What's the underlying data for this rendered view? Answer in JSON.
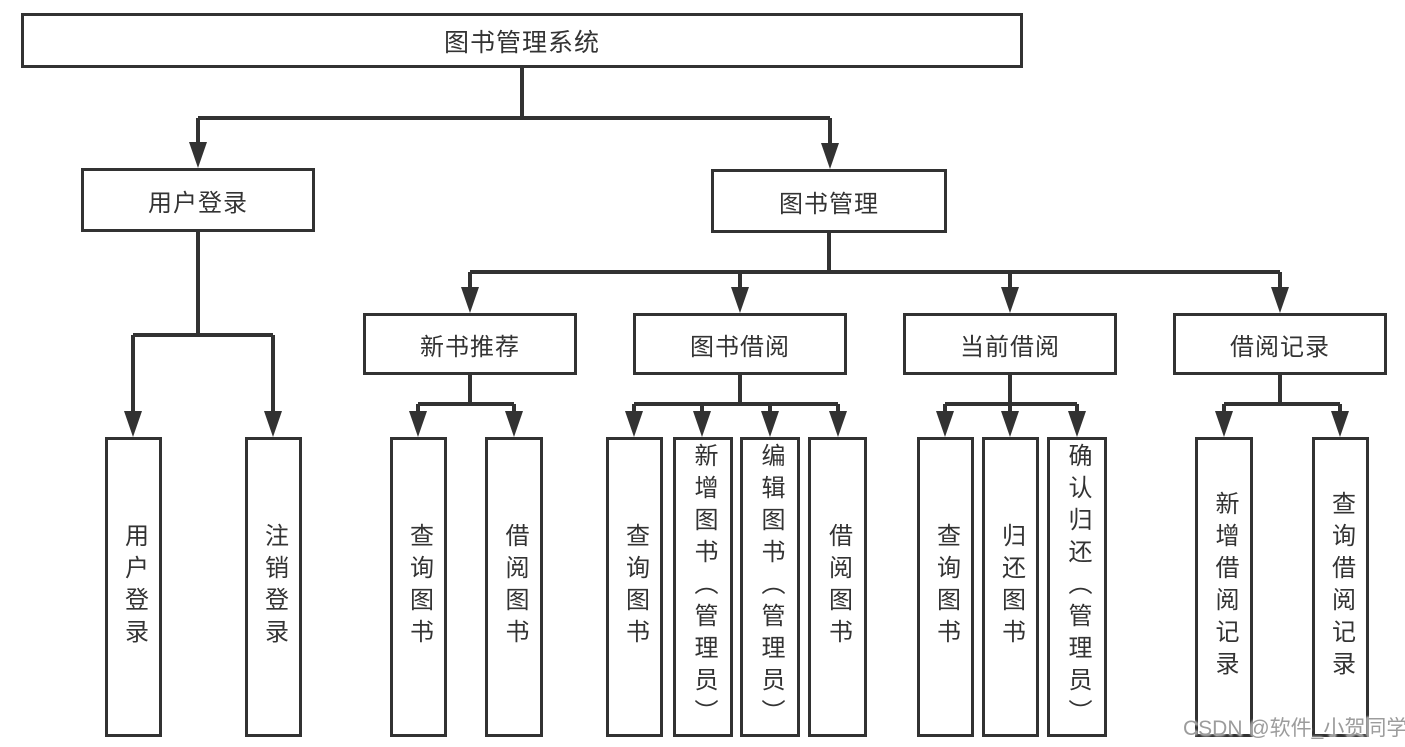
{
  "diagram_title": "图书管理系统",
  "watermark": "CSDN @软件_小贺同学",
  "colors": {
    "line": "#323232",
    "text": "#333333",
    "background": "#ffffff",
    "watermark_text": "#9c9c9c"
  },
  "tree": {
    "root": {
      "label": "图书管理系统"
    },
    "user_login": {
      "label": "用户登录",
      "children": [
        {
          "label": "用户登录"
        },
        {
          "label": "注销登录"
        }
      ]
    },
    "book_mgmt": {
      "label": "图书管理",
      "sections": [
        {
          "label": "新书推荐",
          "children": [
            {
              "label": "查询图书"
            },
            {
              "label": "借阅图书"
            }
          ]
        },
        {
          "label": "图书借阅",
          "children": [
            {
              "label": "查询图书"
            },
            {
              "label": "新增图书（管理员）"
            },
            {
              "label": "编辑图书（管理员）"
            },
            {
              "label": "借阅图书"
            }
          ]
        },
        {
          "label": "当前借阅",
          "children": [
            {
              "label": "查询图书"
            },
            {
              "label": "归还图书"
            },
            {
              "label": "确认归还（管理员）"
            }
          ]
        },
        {
          "label": "借阅记录",
          "children": [
            {
              "label": "新增借阅记录"
            },
            {
              "label": "查询借阅记录"
            }
          ]
        }
      ]
    }
  }
}
